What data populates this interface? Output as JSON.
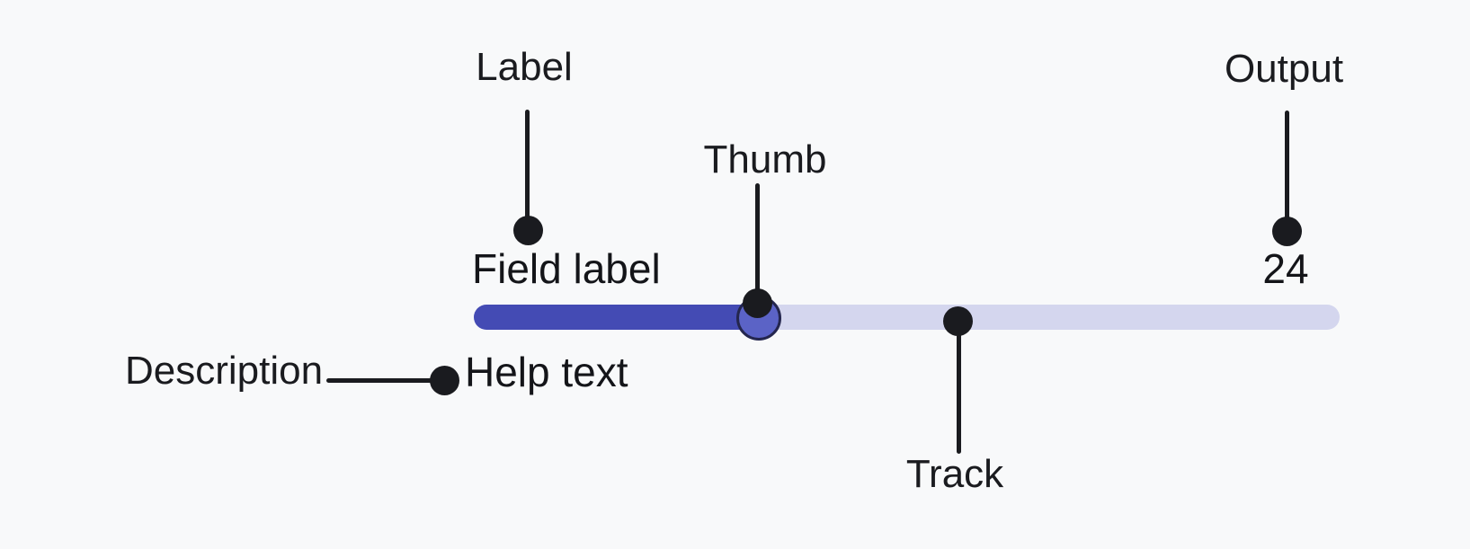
{
  "slider": {
    "field_label": "Field label",
    "help_text": "Help text",
    "output_value": "24",
    "fill_percent": 33
  },
  "annotations": {
    "label": "Label",
    "thumb": "Thumb",
    "output": "Output",
    "track": "Track",
    "description": "Description"
  },
  "colors": {
    "background": "#f8f9fa",
    "track_fill": "#444bb4",
    "track_empty": "#d4d6ee",
    "thumb_fill": "#5b63c6",
    "thumb_border": "#24264e",
    "annotation": "#1a1b1f",
    "text": "#141519"
  }
}
